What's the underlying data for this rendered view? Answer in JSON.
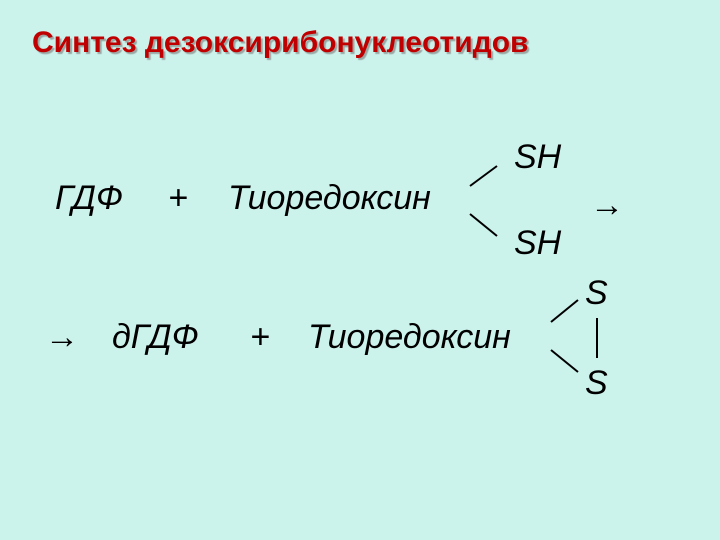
{
  "title": "Синтез дезоксирибонуклеотидов",
  "line1": {
    "reactant": "ГДФ",
    "plus": "+",
    "reductant": "Тиоредоксин",
    "sh_top": "SH",
    "sh_bottom": "SH",
    "arrow": "→"
  },
  "line2": {
    "arrow": "→",
    "product": "дГДФ",
    "plus": "+",
    "oxidized": "Тиоредоксин",
    "s_top": "S",
    "s_bottom": "S"
  }
}
